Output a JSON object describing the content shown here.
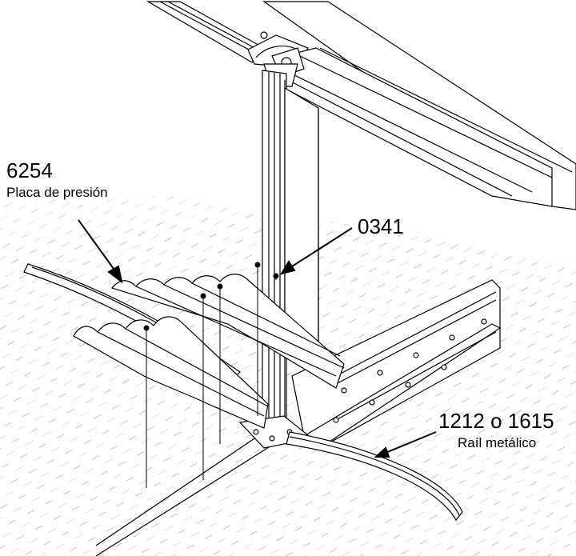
{
  "labels": {
    "pressure_plate": {
      "code": "6254",
      "desc": "Placa de presión"
    },
    "screw": {
      "code": "0341"
    },
    "rail": {
      "code": "1212 o 1615",
      "desc": "Raíl metálico"
    }
  },
  "colors": {
    "line": "#000000",
    "hatch": "#c8c8c8",
    "part_fill": "#ffffff"
  }
}
